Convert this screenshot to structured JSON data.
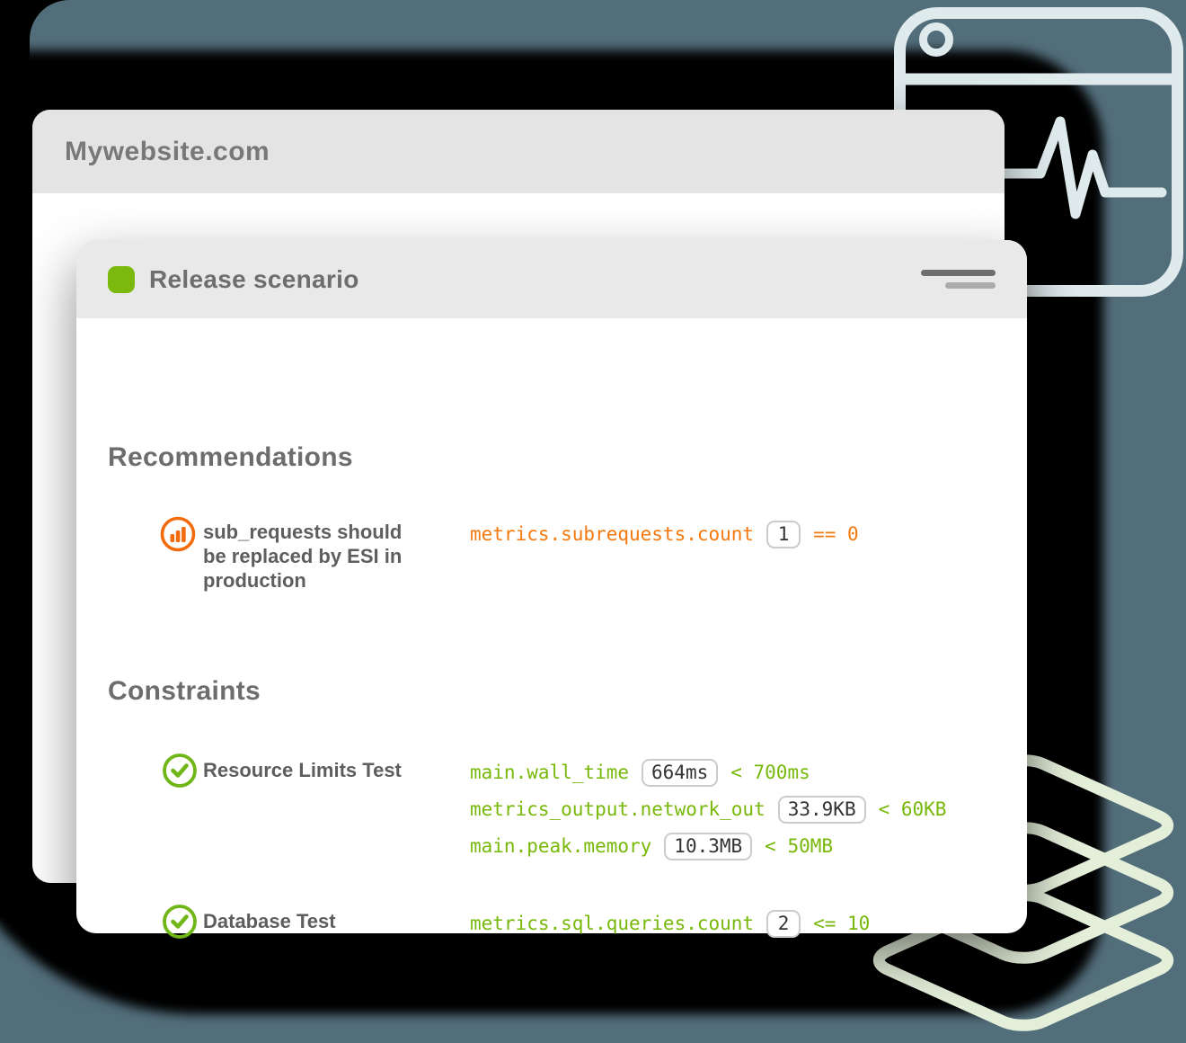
{
  "browser": {
    "title": "Mywebsite.com"
  },
  "card": {
    "title": "Release scenario",
    "sections": {
      "recommendations": {
        "heading": "Recommendations",
        "items": [
          {
            "text": "sub_requests should be replaced by ESI in production",
            "metric": "metrics.subrequests.count",
            "value": "1",
            "comparison": "== 0",
            "status": "warning"
          }
        ]
      },
      "constraints": {
        "heading": "Constraints",
        "tests": [
          {
            "name": "Resource Limits Test",
            "status": "pass",
            "assertions": [
              {
                "metric": "main.wall_time",
                "value": "664ms",
                "comparison": "< 700ms"
              },
              {
                "metric": "metrics_output.network_out",
                "value": "33.9KB",
                "comparison": "< 60KB"
              },
              {
                "metric": "main.peak.memory",
                "value": "10.3MB",
                "comparison": "< 50MB"
              }
            ]
          },
          {
            "name": "Database Test",
            "status": "pass",
            "assertions": [
              {
                "metric": "metrics.sql.queries.count",
                "value": "2",
                "comparison": "<= 10"
              }
            ]
          }
        ]
      }
    }
  },
  "colors": {
    "background_teal": "#536e7b",
    "shadow": "#000000",
    "accent_green": "#7cb90f",
    "code_green": "#78b80a",
    "code_orange": "#f5790e",
    "icon_orange": "#f26c0b",
    "monitor_stroke": "#dfeaec",
    "stack_stroke": "#e4efda",
    "bar_gray": "#e4e4e4",
    "header_gray": "#e9e9e9"
  }
}
